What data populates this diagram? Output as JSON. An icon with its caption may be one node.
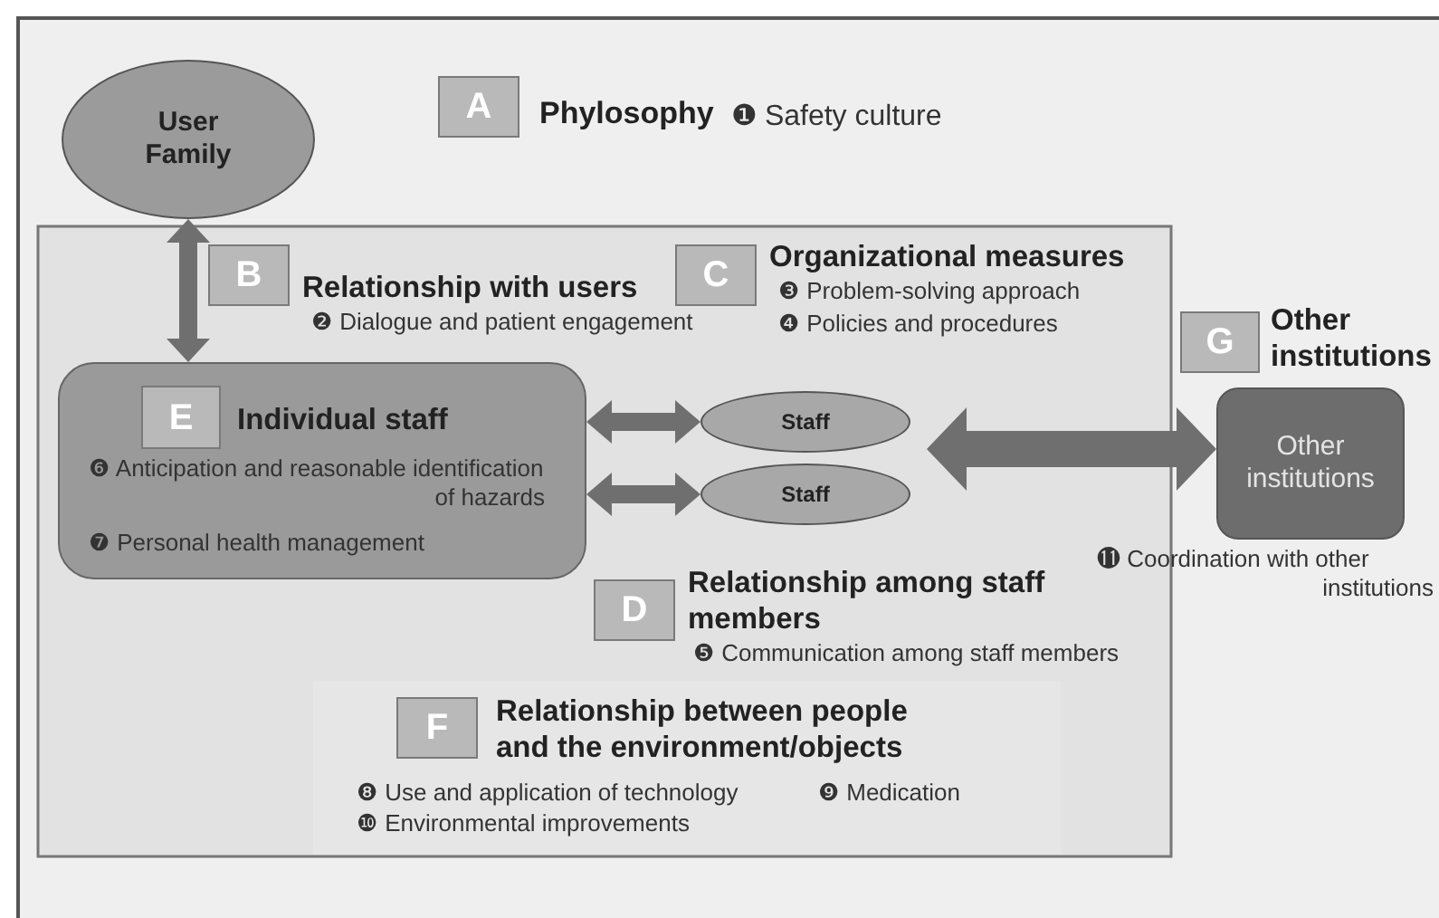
{
  "diagram": {
    "nodes": [
      {
        "text": [
          "User Family"
        ]
      },
      {
        "text": [
          "A"
        ],
        "beside": [
          "Phylosophy",
          "❶ Safety culture"
        ]
      },
      {
        "text": [
          "B"
        ],
        "beside": [
          "Relationship with users",
          "❷ Dialogue and patient engagement"
        ]
      },
      {
        "text": [
          "C"
        ],
        "beside": [
          "Organizational measures",
          "❸ Problem-solving approach",
          "❹ Policies and procedures"
        ]
      },
      {
        "text": [
          "Individual staff",
          "❻ Anticipation and reasonable identification of hazards",
          "❼ Personal health management"
        ]
      },
      {
        "text": [
          "E"
        ],
        "in": 4
      },
      {
        "text": [
          "Staff"
        ]
      },
      {
        "text": [
          "Staff"
        ]
      },
      {
        "text": [
          "D"
        ],
        "beside": [
          "Relationship among staff members",
          "❺ Communication among staff members"
        ]
      },
      {
        "text": [
          "F"
        ],
        "beside": [
          "Relationship between people and the environment/objects",
          "❽ Use and application of technology",
          "❾ Medication",
          "❿ Environmental improvements"
        ]
      },
      {
        "text": [
          "G"
        ],
        "beside": [
          "Other institutions"
        ]
      },
      {
        "text": [
          "Other institutions"
        ],
        "beside": [
          "⓫ Coordination with other institutions"
        ]
      }
    ],
    "edges": [
      {
        "from": 0,
        "to": 4,
        "arrow": "both",
        "style": "thick"
      },
      {
        "from": 4,
        "to": 6,
        "arrow": "both",
        "style": "thick"
      },
      {
        "from": 4,
        "to": 7,
        "arrow": "both",
        "style": "thick"
      },
      {
        "from": null,
        "to": 11,
        "arrow": "both",
        "style": "thick"
      }
    ]
  }
}
